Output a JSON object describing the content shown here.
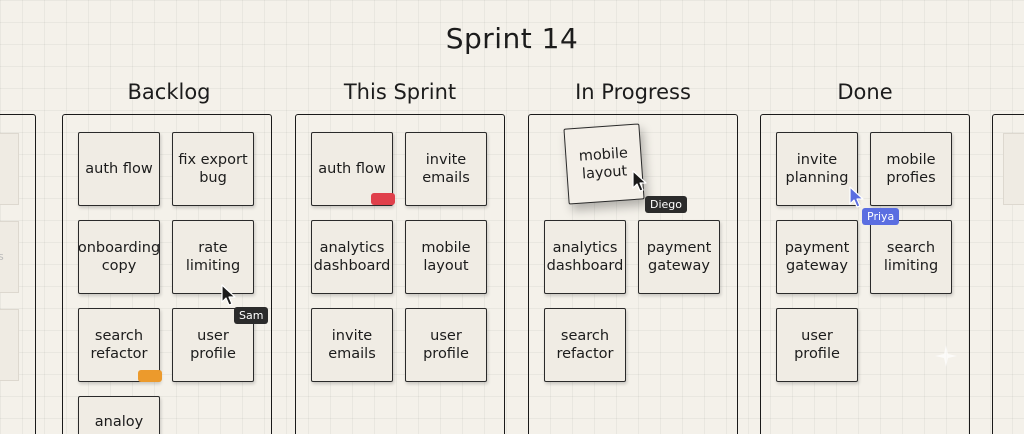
{
  "board": {
    "title": "Sprint 14"
  },
  "columns": [
    {
      "title": "Backlog"
    },
    {
      "title": "This Sprint"
    },
    {
      "title": "In Progress"
    },
    {
      "title": "Done"
    }
  ],
  "backlog": {
    "cards": [
      "auth flow",
      "fix export bug",
      "onboarding copy",
      "rate limiting",
      "search refactor",
      "user profile",
      "analoy"
    ]
  },
  "this_sprint": {
    "cards": [
      "auth flow",
      "invite emails",
      "analytics dashboard",
      "mobile layout",
      "invite emails",
      "user profile"
    ]
  },
  "in_progress": {
    "dragging": "mobile layout",
    "cards": [
      "analytics dashboard",
      "payment gateway",
      "search refactor"
    ]
  },
  "done": {
    "cards": [
      "invite planning",
      "mobile profies",
      "payment gateway",
      "search limiting",
      "user profile"
    ]
  },
  "collaborators": [
    {
      "name": "Sam",
      "color": "#2b2b2b"
    },
    {
      "name": "Diego",
      "color": "#2b2b2b"
    },
    {
      "name": "Priya",
      "color": "#5b6ee1"
    }
  ],
  "colors": {
    "tag_red": "#e0404b",
    "tag_orange": "#ec9a2c",
    "accent": "#5b6ee1"
  },
  "edge_fragment": "s"
}
